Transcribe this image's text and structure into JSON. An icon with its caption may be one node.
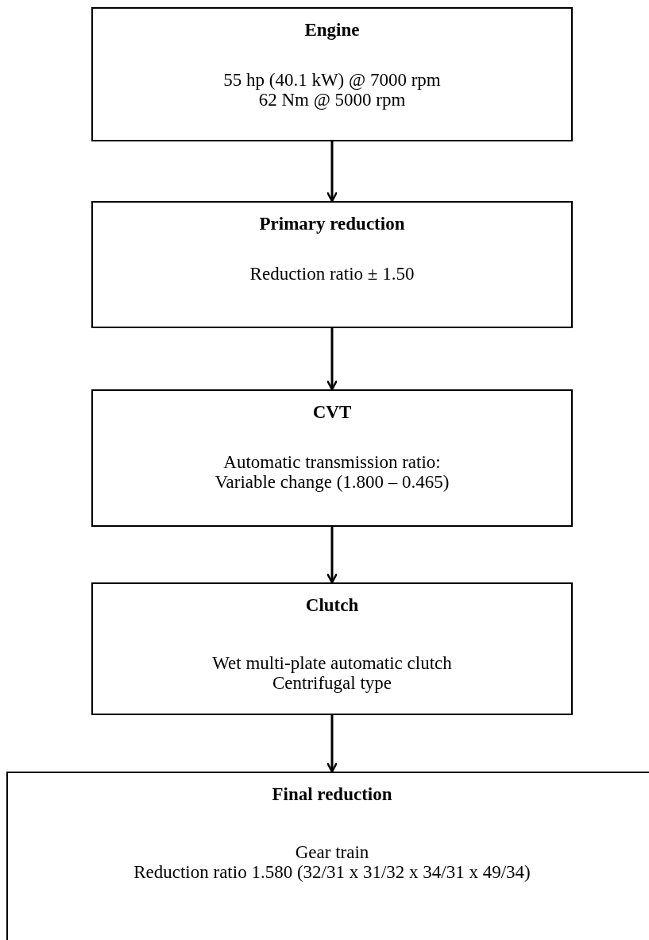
{
  "diagram": {
    "nodes": [
      {
        "text": [
          "Engine",
          "55 hp (40.1 kW) @ 7000 rpm",
          "62 Nm @ 5000 rpm"
        ]
      },
      {
        "text": [
          "Primary reduction",
          "Reduction ratio ± 1.50"
        ]
      },
      {
        "text": [
          "CVT",
          "Automatic transmission ratio:",
          "Variable change (1.800 – 0.465)"
        ]
      },
      {
        "text": [
          "Clutch",
          "Wet multi-plate automatic clutch",
          "Centrifugal type"
        ]
      },
      {
        "text": [
          "Final reduction",
          "Gear train",
          "Reduction ratio 1.580 (32/31 x 31/32 x 34/31 x 49/34)"
        ]
      }
    ],
    "edges": [
      {
        "from": 0,
        "to": 1,
        "arrow": "to"
      },
      {
        "from": 1,
        "to": 2,
        "arrow": "to"
      },
      {
        "from": 2,
        "to": 3,
        "arrow": "to"
      },
      {
        "from": 3,
        "to": 4,
        "arrow": "to"
      }
    ]
  }
}
